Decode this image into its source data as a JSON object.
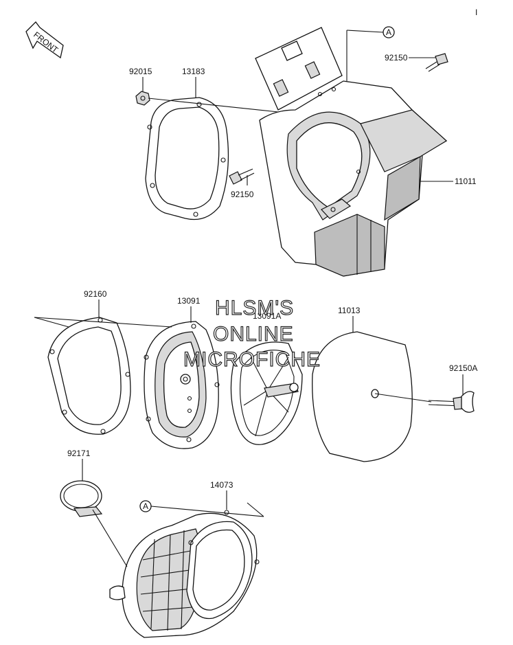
{
  "diagram": {
    "front_arrow_text": "FRONT",
    "reference_marker": "A",
    "corner_mark": "I",
    "parts": [
      {
        "id": "92015",
        "label": "92015"
      },
      {
        "id": "13183",
        "label": "13183"
      },
      {
        "id": "92150_top",
        "label": "92150"
      },
      {
        "id": "92150_mid",
        "label": "92150"
      },
      {
        "id": "11011",
        "label": "11011"
      },
      {
        "id": "92160",
        "label": "92160"
      },
      {
        "id": "13091",
        "label": "13091"
      },
      {
        "id": "13091A",
        "label": "13091A"
      },
      {
        "id": "11013",
        "label": "11013"
      },
      {
        "id": "92150A",
        "label": "92150A"
      },
      {
        "id": "92171",
        "label": "92171"
      },
      {
        "id": "14073",
        "label": "14073"
      }
    ],
    "watermark_lines": [
      "HLSM'S",
      "ONLINE",
      "MICROFICHE"
    ]
  }
}
